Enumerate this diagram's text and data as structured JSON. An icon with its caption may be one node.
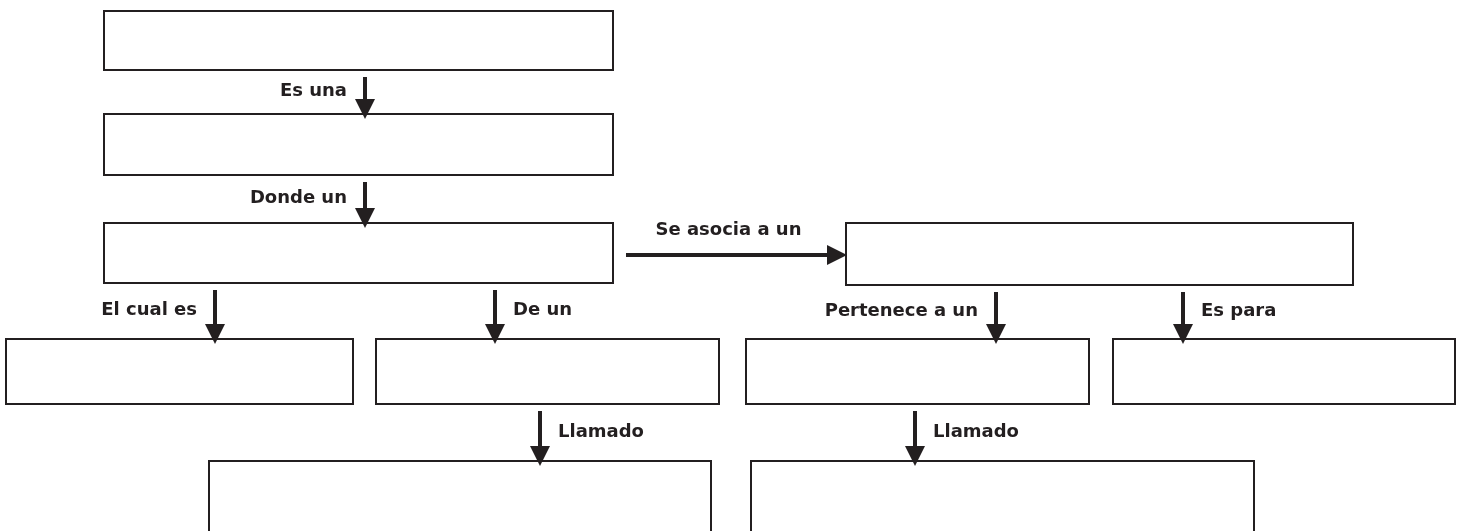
{
  "diagram": {
    "nodes": [
      {
        "text": [],
        "shape": "box"
      },
      {
        "text": [],
        "shape": "box"
      },
      {
        "text": [],
        "shape": "box"
      },
      {
        "text": [],
        "shape": "box"
      },
      {
        "text": [],
        "shape": "box"
      },
      {
        "text": [],
        "shape": "box"
      },
      {
        "text": [],
        "shape": "box"
      },
      {
        "text": [],
        "shape": "box"
      },
      {
        "text": [],
        "shape": "box"
      },
      {
        "text": [],
        "shape": "box"
      }
    ],
    "edges": [
      {
        "from": 0,
        "to": 1,
        "arrow": "to",
        "label": "Es una"
      },
      {
        "from": 1,
        "to": 2,
        "arrow": "to",
        "label": "Donde un"
      },
      {
        "from": 2,
        "to": 3,
        "arrow": "to",
        "label": "Se asocia a un"
      },
      {
        "from": 2,
        "to": 4,
        "arrow": "to",
        "label": "El cual es"
      },
      {
        "from": 2,
        "to": 5,
        "arrow": "to",
        "label": "De un"
      },
      {
        "from": 3,
        "to": 6,
        "arrow": "to",
        "label": "Pertenece a un"
      },
      {
        "from": 3,
        "to": 7,
        "arrow": "to",
        "label": "Es para"
      },
      {
        "from": 5,
        "to": 8,
        "arrow": "to",
        "label": "Llamado"
      },
      {
        "from": 6,
        "to": 9,
        "arrow": "to",
        "label": "Llamado"
      }
    ]
  }
}
